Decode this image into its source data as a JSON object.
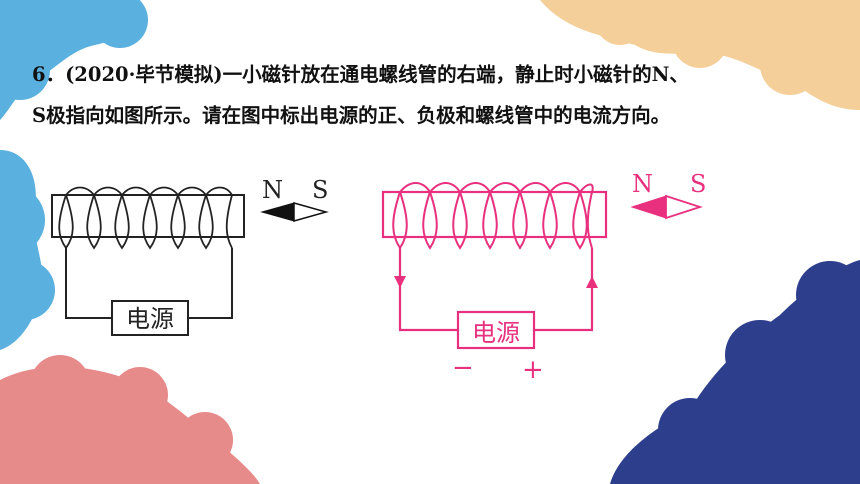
{
  "question": {
    "number": "6．",
    "source": "(2020·毕节模拟)",
    "line1_text": "一小磁针放在通电螺线管的右端，静止时小磁针的N、",
    "line2_text": "S极指向如图所示。请在图中标出电源的正、负极和螺线管中的电流方向。"
  },
  "figure_left": {
    "power_label": "电源",
    "needle_north": "N",
    "needle_south": "S"
  },
  "figure_right": {
    "power_label": "电源",
    "needle_north": "N",
    "needle_south": "S",
    "negative_sign": "−",
    "positive_sign": "+"
  },
  "colors": {
    "answer_color": "#e8307f",
    "line_color": "#222222",
    "cloud_blue": "#5ab0df",
    "cloud_peach": "#f5cf99",
    "cloud_pink": "#e78a8a",
    "cloud_navy": "#2d3f8c"
  }
}
